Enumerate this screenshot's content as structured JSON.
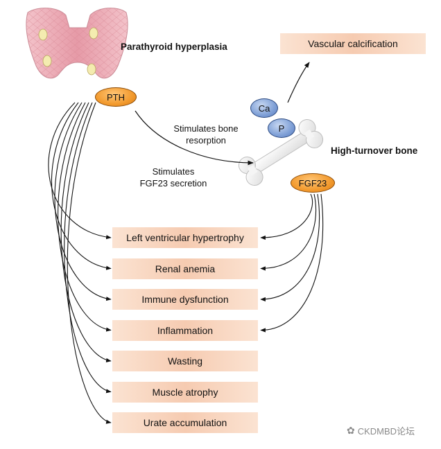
{
  "labels": {
    "parathyroid": "Parathyroid hyperplasia",
    "high_turnover": "High-turnover bone",
    "stim_bone_line1": "Stimulates bone",
    "stim_bone_line2": "resorption",
    "stim_fgf_line1": "Stimulates",
    "stim_fgf_line2": "FGF23 secretion"
  },
  "ovals": {
    "pth": "PTH",
    "fgf23": "FGF23",
    "ca": "Ca",
    "p": "P"
  },
  "vascular": "Vascular calcification",
  "effects": [
    "Left ventricular hypertrophy",
    "Renal anemia",
    "Immune dysfunction",
    "Inflammation",
    "Wasting",
    "Muscle atrophy",
    "Urate accumulation"
  ],
  "watermark": "CKDMBD论坛",
  "colors": {
    "box_fill": "#f6cbb1",
    "hormone_oval": "#f29a2e",
    "mineral_oval": "#7e9fd6",
    "thyroid": "#e9a9b4"
  }
}
